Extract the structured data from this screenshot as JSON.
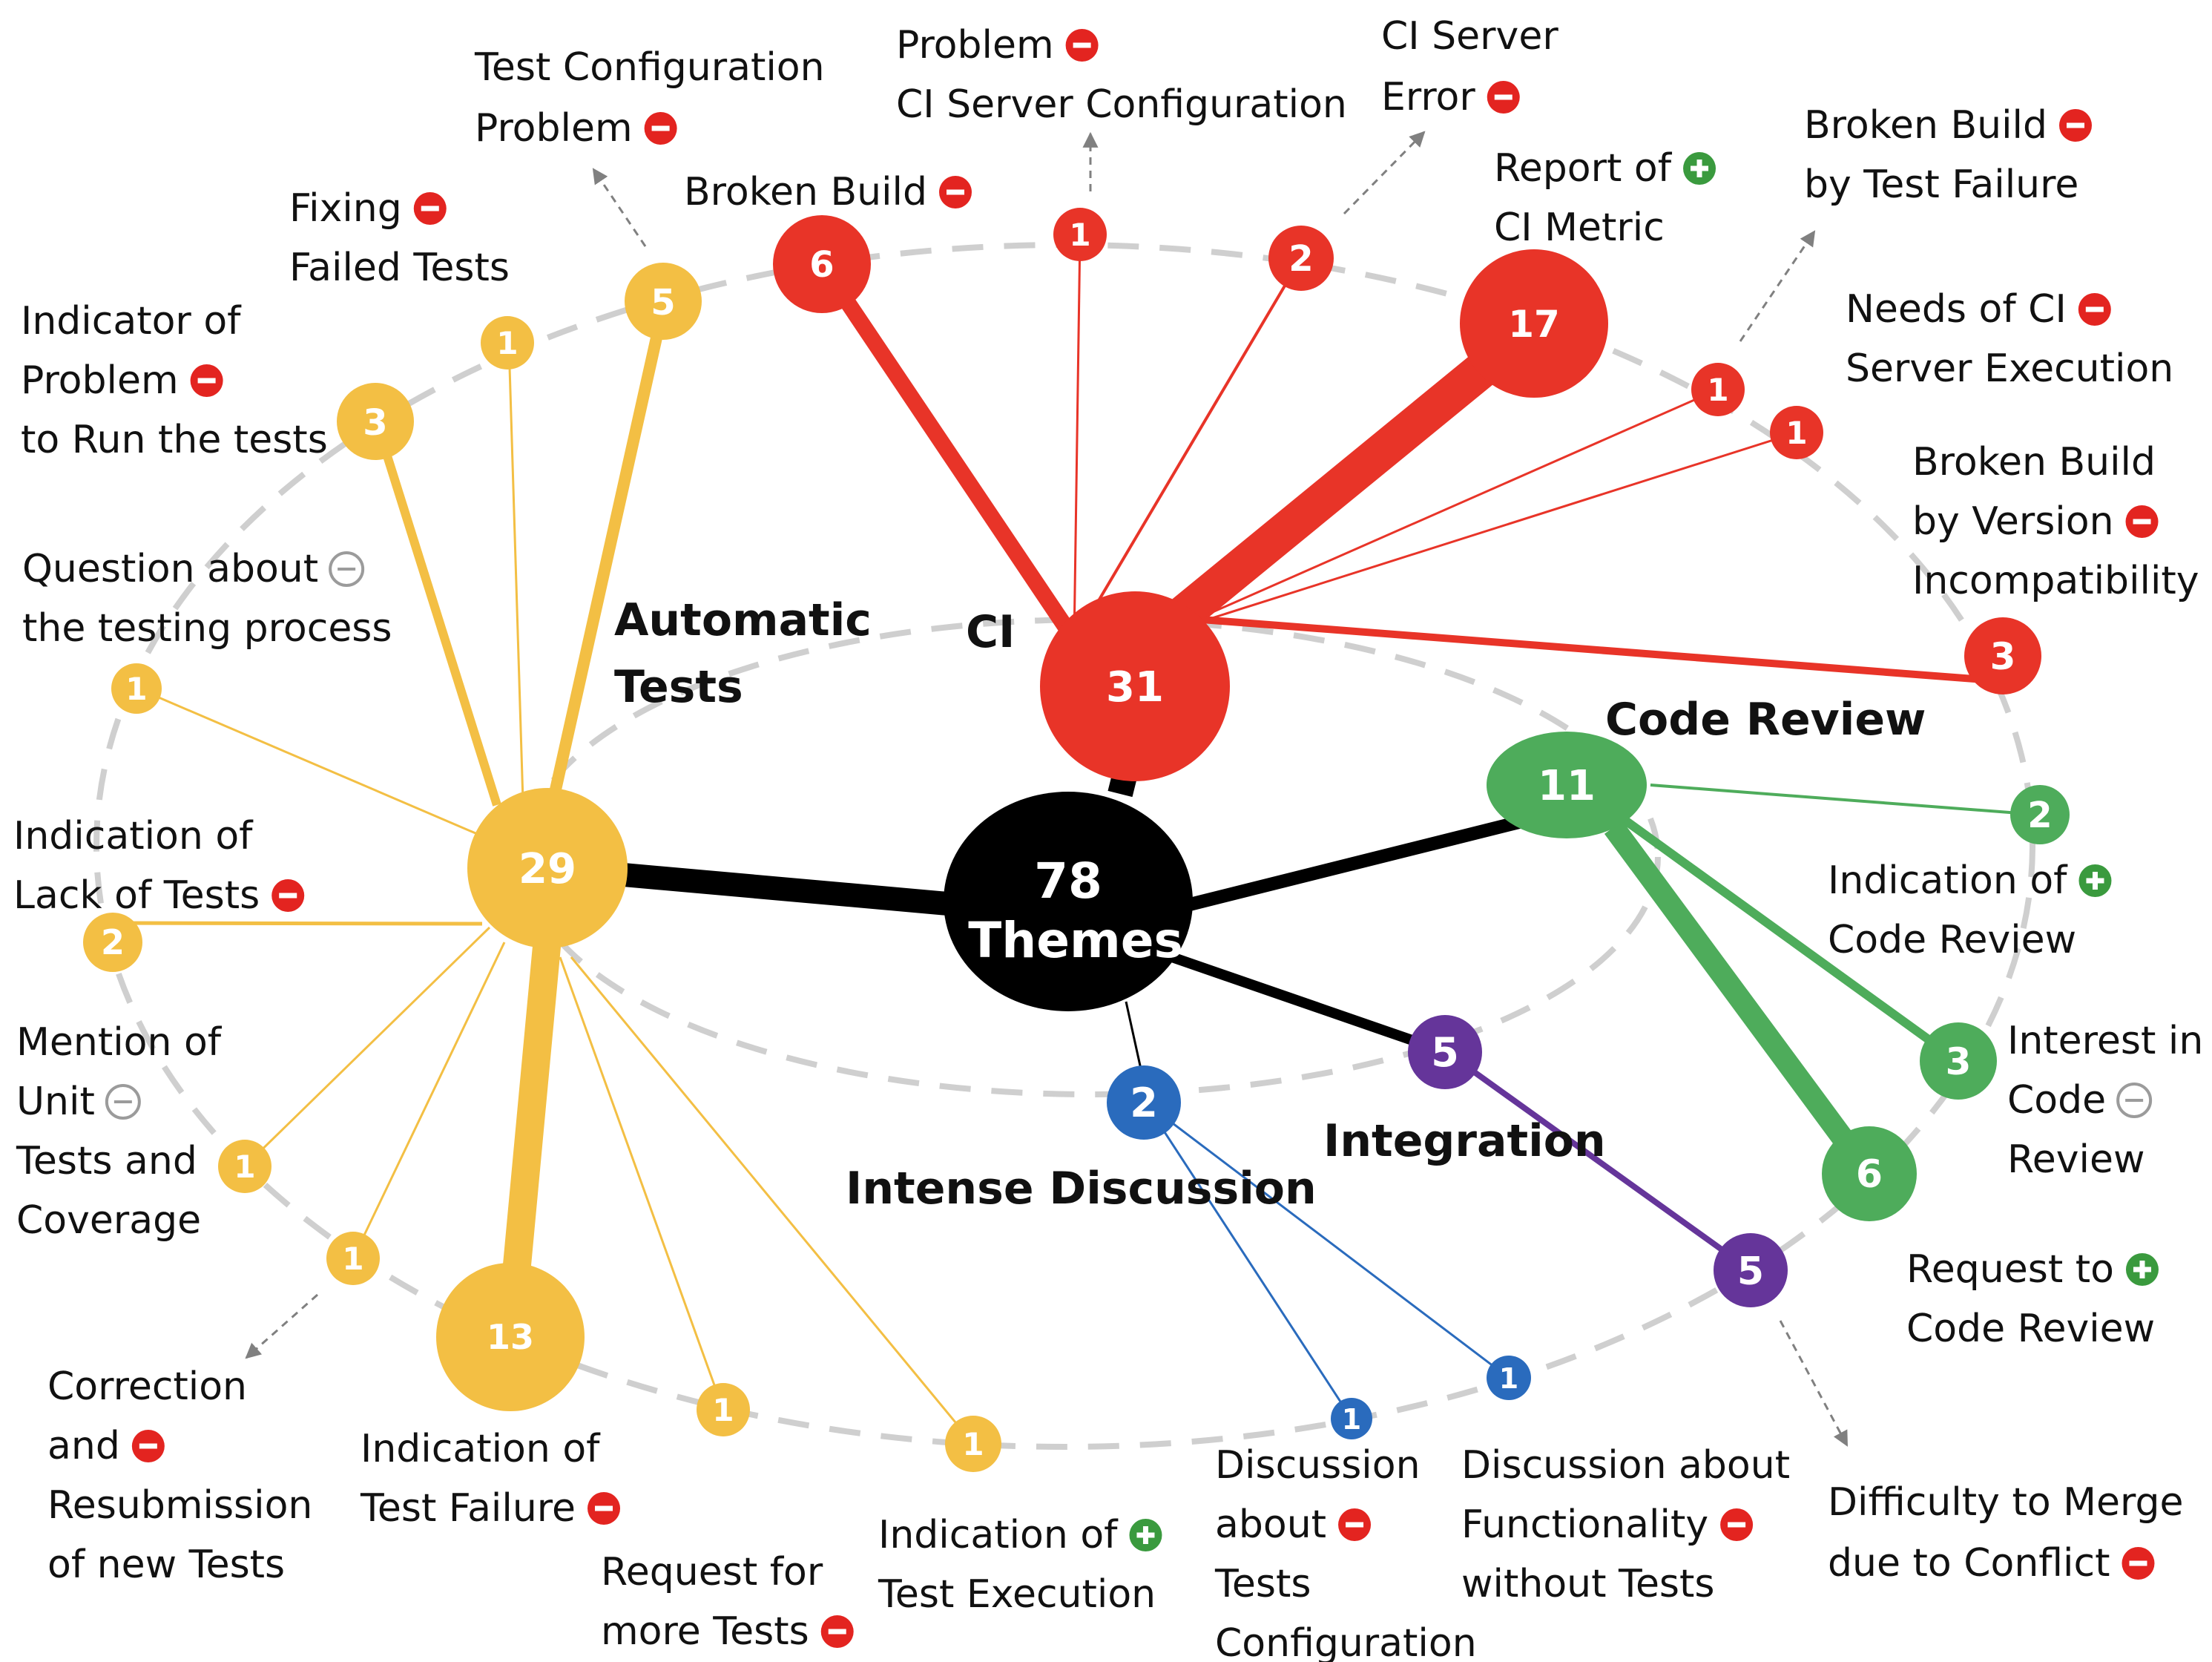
{
  "colors": {
    "ci": "#e83428",
    "tests": "#f3bf44",
    "review": "#4eac5b",
    "integration": "#65359a",
    "discussion": "#2a6bbd",
    "root": "#000000",
    "negative": "#e32420",
    "positive": "#3a9a3e",
    "neutral": "#9b9b9b",
    "ring": "#cfcfcf",
    "arrow": "#808080"
  },
  "root": {
    "count": "78",
    "label": "Themes"
  },
  "categories": {
    "ci": {
      "label": "CI",
      "count": "31"
    },
    "tests": {
      "label_line1": "Automatic",
      "label_line2": "Tests",
      "count": "29"
    },
    "review": {
      "label": "Code Review",
      "count": "11"
    },
    "integration": {
      "label": "Integration",
      "count": "5"
    },
    "discussion": {
      "label": "Intense Discussion",
      "count": "2"
    }
  },
  "themes": {
    "ci_broken_build": {
      "count": "6",
      "sentiment": "negative",
      "label": [
        "Broken Build"
      ]
    },
    "ci_server_config": {
      "count": "1",
      "sentiment": "negative",
      "label": [
        "Problem",
        "CI Server Configuration"
      ]
    },
    "ci_server_error": {
      "count": "2",
      "sentiment": "negative",
      "label": [
        "CI Server",
        "Error"
      ]
    },
    "ci_report_metric": {
      "count": "17",
      "sentiment": "positive",
      "label": [
        "Report of",
        "CI Metric"
      ]
    },
    "ci_broken_test_failure": {
      "count": "1",
      "sentiment": "negative",
      "label": [
        "Broken Build",
        "by Test Failure"
      ]
    },
    "ci_needs_execution": {
      "count": "1",
      "sentiment": "negative",
      "label": [
        "Needs of CI",
        "Server Execution"
      ]
    },
    "ci_broken_version": {
      "count": "3",
      "sentiment": "negative",
      "label": [
        "Broken Build",
        "by Version",
        "Incompatibility"
      ]
    },
    "tests_config_problem": {
      "count": "5",
      "sentiment": "negative",
      "label": [
        "Test Configuration",
        "Problem"
      ]
    },
    "tests_fixing_failed": {
      "count": "1",
      "sentiment": "negative",
      "label": [
        "Fixing",
        "Failed Tests"
      ]
    },
    "tests_problem_run": {
      "count": "3",
      "sentiment": "negative",
      "label": [
        "Indicator of",
        "Problem",
        "to Run the tests"
      ]
    },
    "tests_question_process": {
      "count": "1",
      "sentiment": "neutral",
      "label": [
        "Question about",
        "the testing process"
      ]
    },
    "tests_lack": {
      "count": "2",
      "sentiment": "negative",
      "label": [
        "Indication of",
        "Lack of Tests"
      ]
    },
    "tests_unit_coverage": {
      "count": "1",
      "sentiment": "neutral",
      "label": [
        "Mention of",
        "Unit",
        "Tests and",
        "Coverage"
      ]
    },
    "tests_correction": {
      "count": "1",
      "sentiment": "negative",
      "label": [
        "Correction",
        "and",
        "Resubmission",
        "of new Tests"
      ]
    },
    "tests_failure": {
      "count": "13",
      "sentiment": "negative",
      "label": [
        "Indication of",
        "Test Failure"
      ]
    },
    "tests_request_more": {
      "count": "1",
      "sentiment": "negative",
      "label": [
        "Request for",
        "more Tests"
      ]
    },
    "tests_execution": {
      "count": "1",
      "sentiment": "positive",
      "label": [
        "Indication of",
        "Test Execution"
      ]
    },
    "disc_tests_config": {
      "count": "1",
      "sentiment": "negative",
      "label": [
        "Discussion",
        "about",
        "Tests",
        "Configuration"
      ]
    },
    "disc_functionality": {
      "count": "1",
      "sentiment": "negative",
      "label": [
        "Discussion about",
        "Functionality",
        "without Tests"
      ]
    },
    "int_merge_conflict": {
      "count": "5",
      "sentiment": "negative",
      "label": [
        "Difficulty to Merge",
        "due to Conflict"
      ]
    },
    "rev_indication": {
      "count": "2",
      "sentiment": "positive",
      "label": [
        "Indication of",
        "Code Review"
      ]
    },
    "rev_interest": {
      "count": "3",
      "sentiment": "neutral",
      "label": [
        "Interest in",
        "Code",
        "Review"
      ]
    },
    "rev_request": {
      "count": "6",
      "sentiment": "positive",
      "label": [
        "Request to",
        "Code Review"
      ]
    }
  }
}
